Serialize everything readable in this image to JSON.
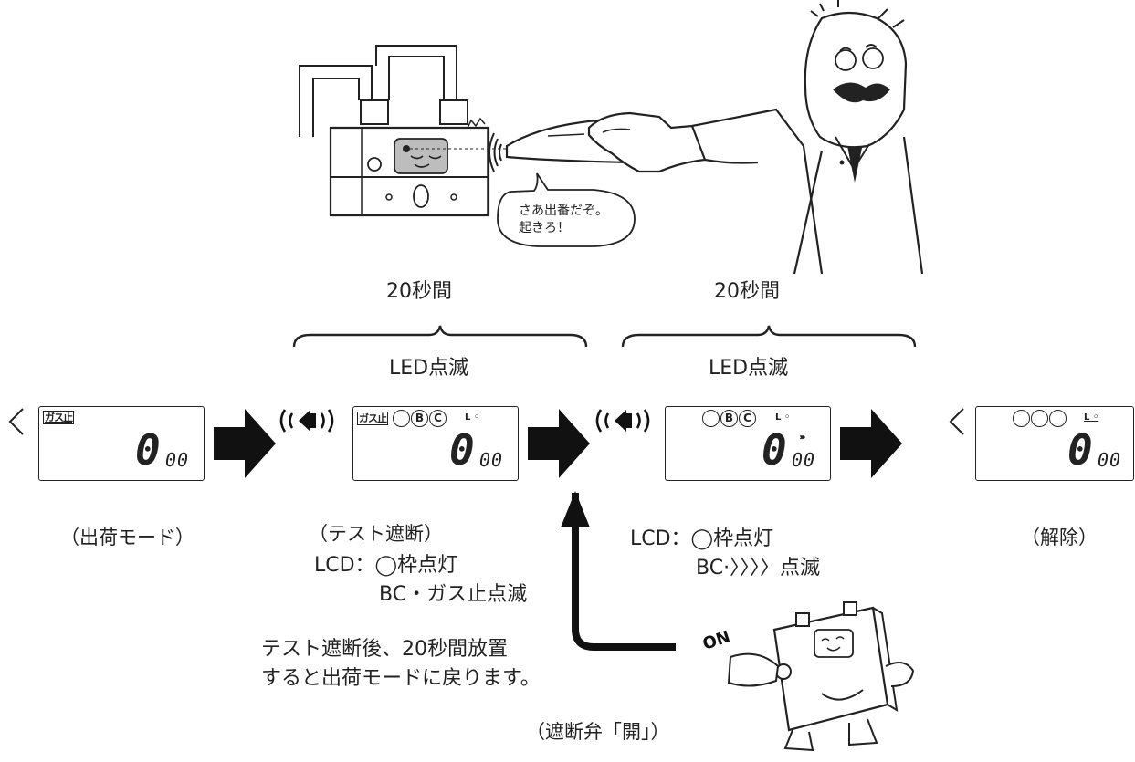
{
  "scene": {
    "speech_bubble": {
      "line1": "さあ出番だぞ。",
      "line2": "起きろ！"
    }
  },
  "timeline": {
    "phase1": {
      "duration": "20秒間",
      "led": "LED点滅"
    },
    "phase2": {
      "duration": "20秒間",
      "led": "LED点滅"
    }
  },
  "lcd_panels": [
    {
      "id": "shipping",
      "label": "ガス止",
      "main": "0",
      "sub": "00"
    },
    {
      "id": "test_shutoff",
      "label": "ガス止",
      "circles": [
        "",
        "B",
        "C"
      ],
      "indicator": "L ◦",
      "main": "0",
      "sub": "00"
    },
    {
      "id": "phase2",
      "circles": [
        "",
        "B",
        "C"
      ],
      "indicator": "L ◦",
      "chevrons": "››››",
      "main": "0",
      "sub": "00"
    },
    {
      "id": "release",
      "circles": [
        "",
        "",
        ""
      ],
      "indicator": "L ◦",
      "main": "0",
      "sub": "00"
    }
  ],
  "captions": {
    "shipping": "（出荷モード）",
    "test_shutoff": {
      "title": "（テスト遮断）",
      "lcd_line": "LCD：◯枠点灯",
      "blink_line": "BC・ガス止点滅"
    },
    "phase2": {
      "lcd_line": "LCD：◯枠点灯",
      "blink_line": "BC·〉〉〉〉点滅"
    },
    "release": "（解除）"
  },
  "return_note": {
    "line1": "テスト遮断後、20秒間放置",
    "line2": "すると出荷モードに戻ります。"
  },
  "valve_open": "（遮断弁「開」）",
  "on_label": "ON"
}
